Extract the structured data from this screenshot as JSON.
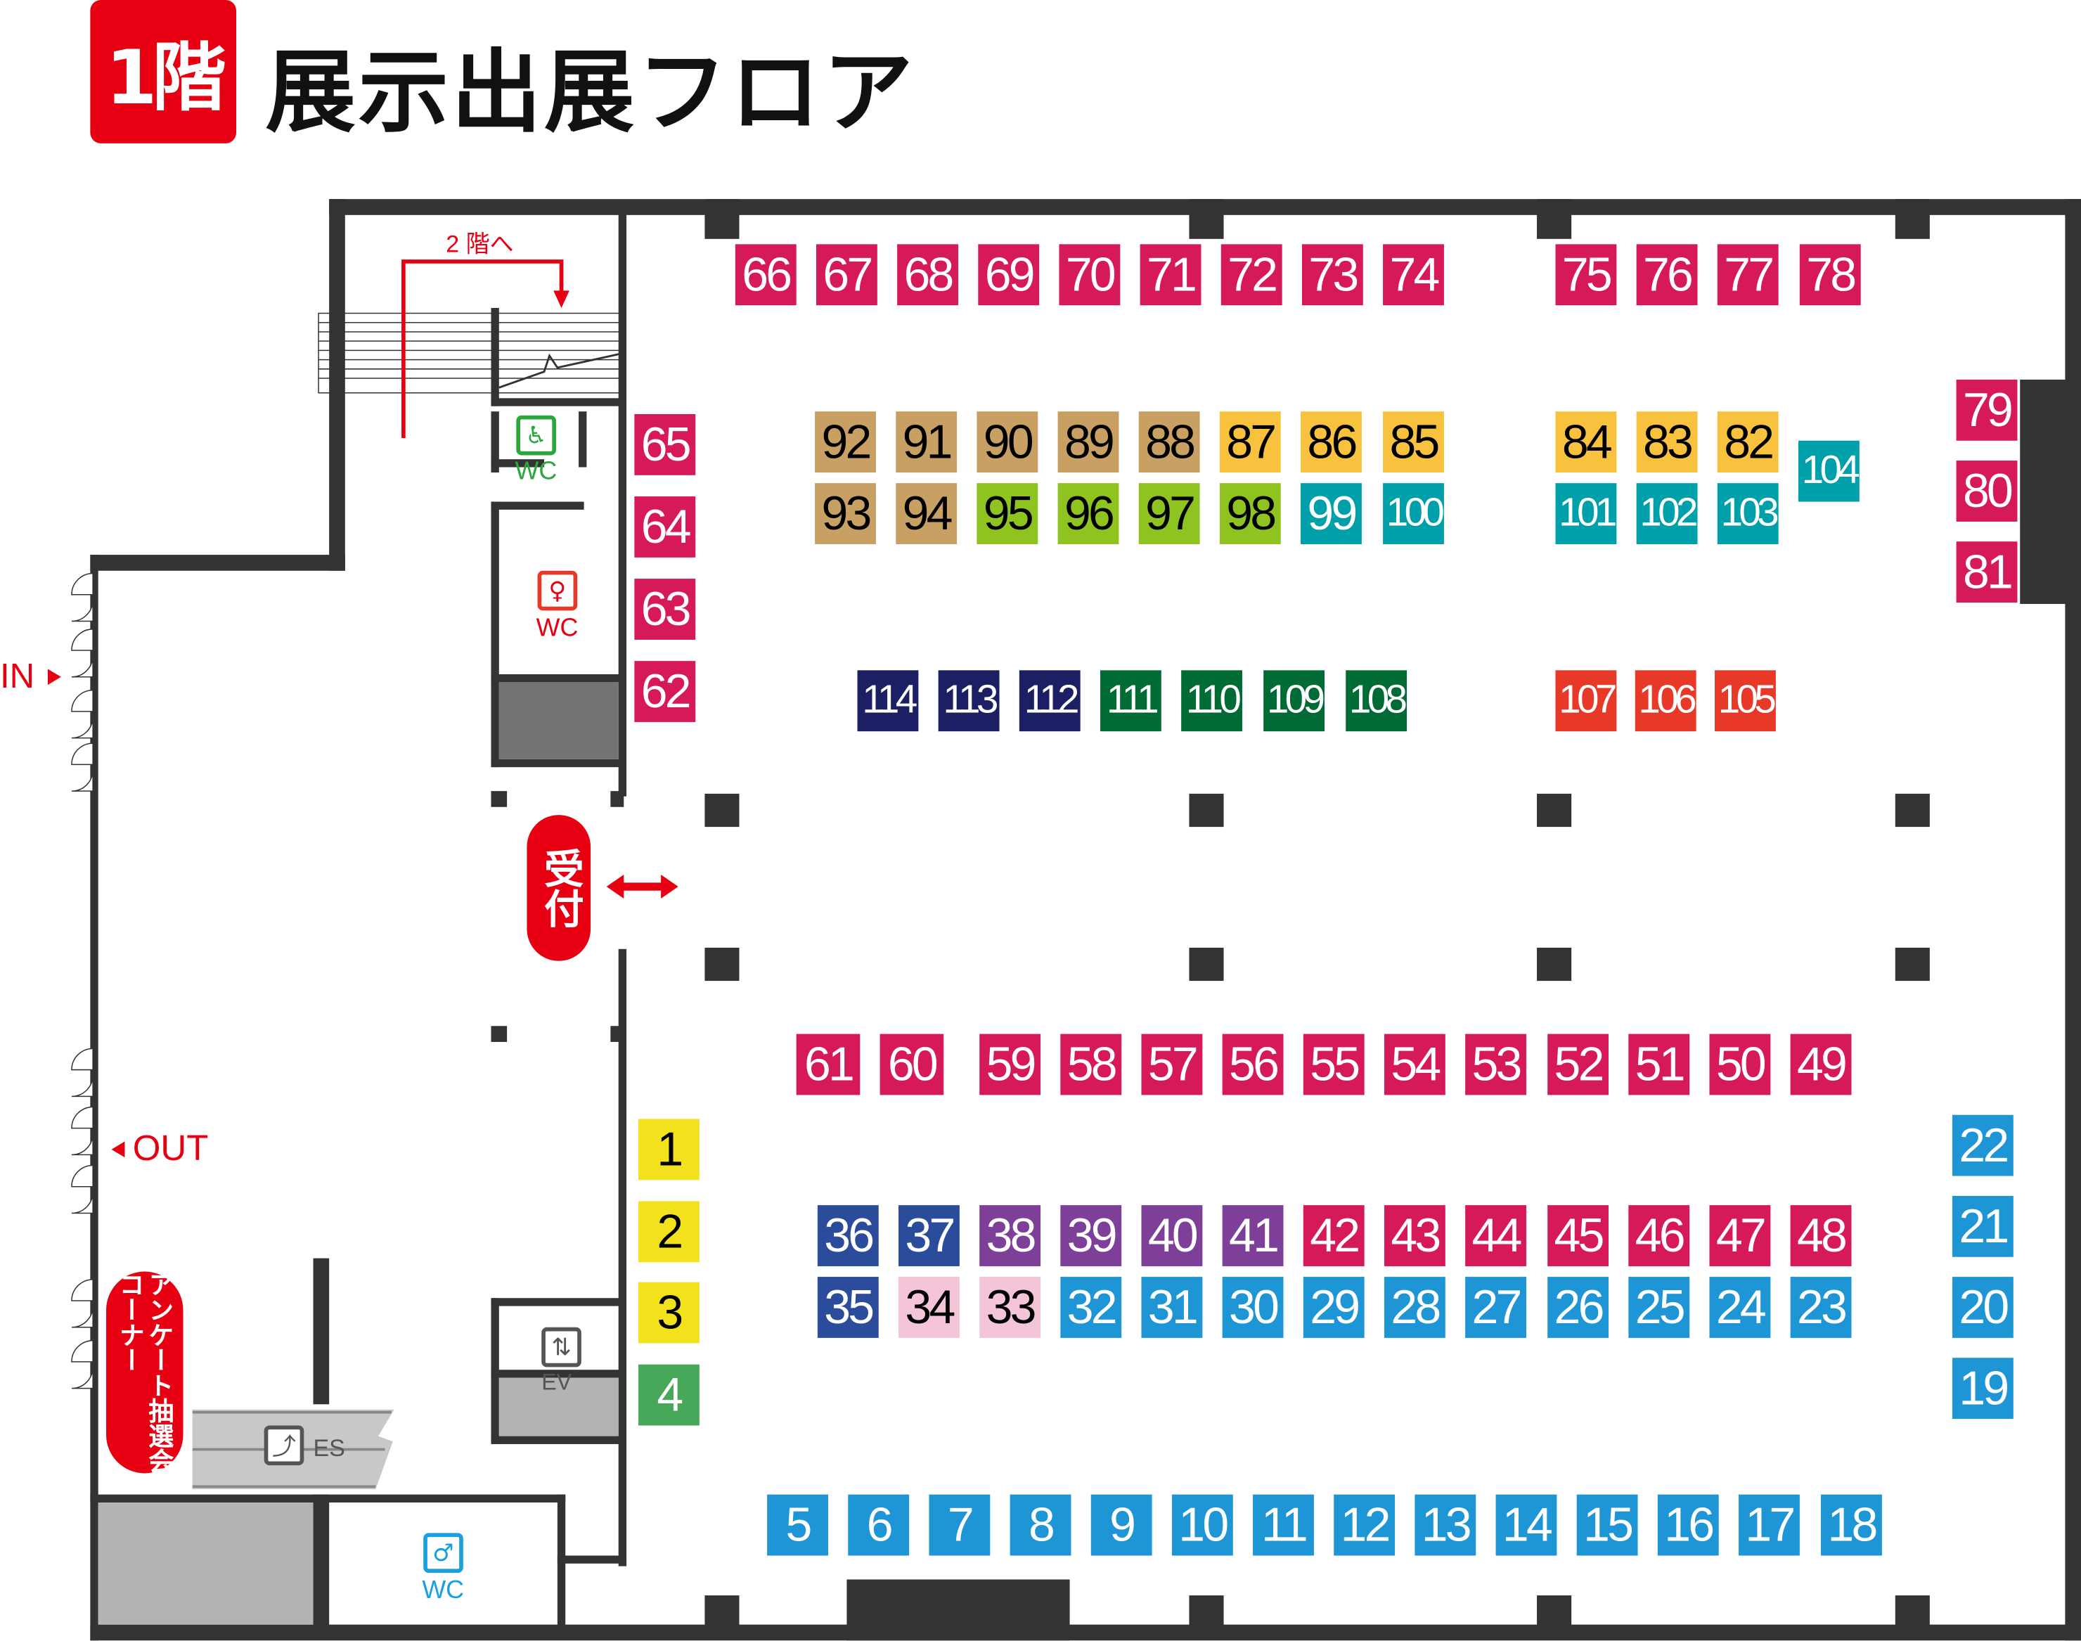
{
  "header": {
    "floor_badge": "1階",
    "title": "展示出展フロア"
  },
  "labels": {
    "to_2f": "2 階へ",
    "entrance": "IN",
    "exit": "OUT",
    "reception": "受付",
    "survey_corner": "アンケート抽選会コーナー",
    "wc_accessible": "WC",
    "wc_women": "WC",
    "wc_men": "WC",
    "elevator": "EV",
    "escalator": "ES"
  },
  "colors": {
    "magenta": "#d6195a",
    "tan": "#c8a063",
    "yellow_orange": "#f8c13e",
    "lime": "#8fc31f",
    "teal": "#00a0aa",
    "navy": "#1c1f63",
    "dark_green": "#006b35",
    "red": "#e83828",
    "yellow": "#f2e21b",
    "green": "#48a85a",
    "blue": "#1e96d6",
    "royal_blue": "#2b4b9b",
    "purple": "#7d3f98",
    "pink": "#f4c4d8",
    "accent": "#e60012",
    "wall": "#333333"
  },
  "booths": [
    {
      "n": "66",
      "c": "magenta"
    },
    {
      "n": "67",
      "c": "magenta"
    },
    {
      "n": "68",
      "c": "magenta"
    },
    {
      "n": "69",
      "c": "magenta"
    },
    {
      "n": "70",
      "c": "magenta"
    },
    {
      "n": "71",
      "c": "magenta"
    },
    {
      "n": "72",
      "c": "magenta"
    },
    {
      "n": "73",
      "c": "magenta"
    },
    {
      "n": "74",
      "c": "magenta"
    },
    {
      "n": "75",
      "c": "magenta"
    },
    {
      "n": "76",
      "c": "magenta"
    },
    {
      "n": "77",
      "c": "magenta"
    },
    {
      "n": "78",
      "c": "magenta"
    },
    {
      "n": "65",
      "c": "magenta"
    },
    {
      "n": "64",
      "c": "magenta"
    },
    {
      "n": "63",
      "c": "magenta"
    },
    {
      "n": "62",
      "c": "magenta"
    },
    {
      "n": "79",
      "c": "magenta"
    },
    {
      "n": "80",
      "c": "magenta"
    },
    {
      "n": "81",
      "c": "magenta"
    },
    {
      "n": "92",
      "c": "tan"
    },
    {
      "n": "91",
      "c": "tan"
    },
    {
      "n": "90",
      "c": "tan"
    },
    {
      "n": "89",
      "c": "tan"
    },
    {
      "n": "88",
      "c": "tan"
    },
    {
      "n": "87",
      "c": "yellow_orange"
    },
    {
      "n": "86",
      "c": "yellow_orange"
    },
    {
      "n": "85",
      "c": "yellow_orange"
    },
    {
      "n": "84",
      "c": "yellow_orange"
    },
    {
      "n": "83",
      "c": "yellow_orange"
    },
    {
      "n": "82",
      "c": "yellow_orange"
    },
    {
      "n": "104",
      "c": "teal"
    },
    {
      "n": "93",
      "c": "tan"
    },
    {
      "n": "94",
      "c": "tan"
    },
    {
      "n": "95",
      "c": "lime"
    },
    {
      "n": "96",
      "c": "lime"
    },
    {
      "n": "97",
      "c": "lime"
    },
    {
      "n": "98",
      "c": "lime"
    },
    {
      "n": "99",
      "c": "teal"
    },
    {
      "n": "100",
      "c": "teal"
    },
    {
      "n": "101",
      "c": "teal"
    },
    {
      "n": "102",
      "c": "teal"
    },
    {
      "n": "103",
      "c": "teal"
    },
    {
      "n": "114",
      "c": "navy"
    },
    {
      "n": "113",
      "c": "navy"
    },
    {
      "n": "112",
      "c": "navy"
    },
    {
      "n": "111",
      "c": "dark_green"
    },
    {
      "n": "110",
      "c": "dark_green"
    },
    {
      "n": "109",
      "c": "dark_green"
    },
    {
      "n": "108",
      "c": "dark_green"
    },
    {
      "n": "107",
      "c": "red"
    },
    {
      "n": "106",
      "c": "red"
    },
    {
      "n": "105",
      "c": "red"
    },
    {
      "n": "61",
      "c": "magenta"
    },
    {
      "n": "60",
      "c": "magenta"
    },
    {
      "n": "59",
      "c": "magenta"
    },
    {
      "n": "58",
      "c": "magenta"
    },
    {
      "n": "57",
      "c": "magenta"
    },
    {
      "n": "56",
      "c": "magenta"
    },
    {
      "n": "55",
      "c": "magenta"
    },
    {
      "n": "54",
      "c": "magenta"
    },
    {
      "n": "53",
      "c": "magenta"
    },
    {
      "n": "52",
      "c": "magenta"
    },
    {
      "n": "51",
      "c": "magenta"
    },
    {
      "n": "50",
      "c": "magenta"
    },
    {
      "n": "49",
      "c": "magenta"
    },
    {
      "n": "1",
      "c": "yellow"
    },
    {
      "n": "2",
      "c": "yellow"
    },
    {
      "n": "3",
      "c": "yellow"
    },
    {
      "n": "4",
      "c": "green"
    },
    {
      "n": "36",
      "c": "royal_blue"
    },
    {
      "n": "37",
      "c": "royal_blue"
    },
    {
      "n": "38",
      "c": "purple"
    },
    {
      "n": "39",
      "c": "purple"
    },
    {
      "n": "40",
      "c": "purple"
    },
    {
      "n": "41",
      "c": "purple"
    },
    {
      "n": "42",
      "c": "magenta"
    },
    {
      "n": "43",
      "c": "magenta"
    },
    {
      "n": "44",
      "c": "magenta"
    },
    {
      "n": "45",
      "c": "magenta"
    },
    {
      "n": "46",
      "c": "magenta"
    },
    {
      "n": "47",
      "c": "magenta"
    },
    {
      "n": "48",
      "c": "magenta"
    },
    {
      "n": "35",
      "c": "royal_blue"
    },
    {
      "n": "34",
      "c": "pink"
    },
    {
      "n": "33",
      "c": "pink"
    },
    {
      "n": "32",
      "c": "blue"
    },
    {
      "n": "31",
      "c": "blue"
    },
    {
      "n": "30",
      "c": "blue"
    },
    {
      "n": "29",
      "c": "blue"
    },
    {
      "n": "28",
      "c": "blue"
    },
    {
      "n": "27",
      "c": "blue"
    },
    {
      "n": "26",
      "c": "blue"
    },
    {
      "n": "25",
      "c": "blue"
    },
    {
      "n": "24",
      "c": "blue"
    },
    {
      "n": "23",
      "c": "blue"
    },
    {
      "n": "22",
      "c": "blue"
    },
    {
      "n": "21",
      "c": "blue"
    },
    {
      "n": "20",
      "c": "blue"
    },
    {
      "n": "19",
      "c": "blue"
    },
    {
      "n": "5",
      "c": "blue"
    },
    {
      "n": "6",
      "c": "blue"
    },
    {
      "n": "7",
      "c": "blue"
    },
    {
      "n": "8",
      "c": "blue"
    },
    {
      "n": "9",
      "c": "blue"
    },
    {
      "n": "10",
      "c": "blue"
    },
    {
      "n": "11",
      "c": "blue"
    },
    {
      "n": "12",
      "c": "blue"
    },
    {
      "n": "13",
      "c": "blue"
    },
    {
      "n": "14",
      "c": "blue"
    },
    {
      "n": "15",
      "c": "blue"
    },
    {
      "n": "16",
      "c": "blue"
    },
    {
      "n": "17",
      "c": "blue"
    },
    {
      "n": "18",
      "c": "blue"
    }
  ]
}
